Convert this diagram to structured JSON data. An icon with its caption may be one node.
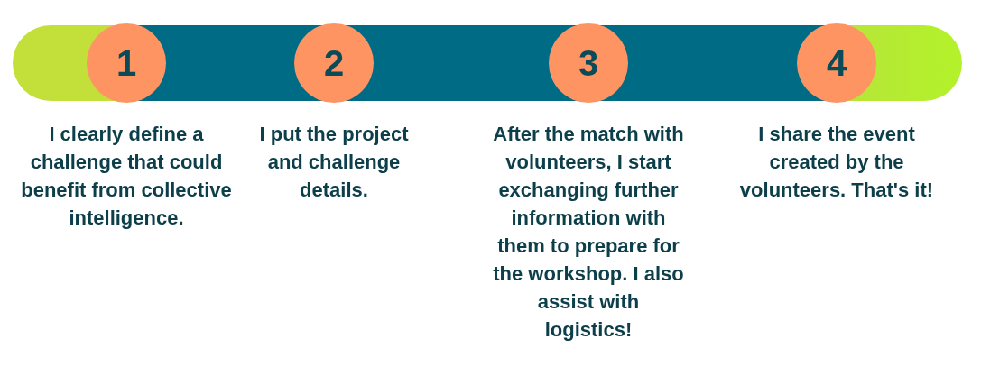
{
  "diagram": {
    "nodes": [
      {
        "text": [],
        "shape": "bar"
      },
      {
        "text": [
          "1"
        ],
        "in": 0,
        "beside": [
          "I clearly define a challenge that could benefit from collective intelligence."
        ]
      },
      {
        "text": [
          "2"
        ],
        "in": 0,
        "beside": [
          "I put the project and challenge details."
        ]
      },
      {
        "text": [
          "3"
        ],
        "in": 0,
        "beside": [
          "After the match with volunteers, I start exchanging further information with them to prepare for the workshop. I also assist with logistics!"
        ]
      },
      {
        "text": [
          "4"
        ],
        "in": 0,
        "beside": [
          "I share the event created by the volunteers. That's it!"
        ]
      }
    ]
  }
}
